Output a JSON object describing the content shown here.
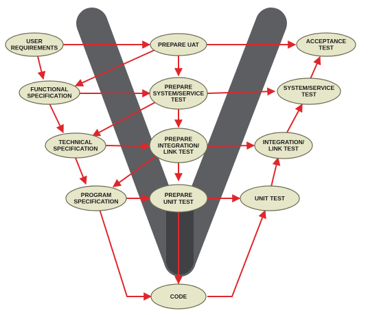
{
  "diagram": {
    "colors": {
      "node_fill": "#e6e7c9",
      "node_stroke": "#6b6b54",
      "arrow": "#e0262b",
      "v_shape": "#5c5e62",
      "v_inner": "#3f4145"
    },
    "nodes": {
      "user_requirements": [
        "USER",
        "REQUIREMENTS"
      ],
      "functional_specification": [
        "FUNCTIONAL",
        "SPECIFICATION"
      ],
      "technical_specification": [
        "TECHNICAL",
        "SPECIFICATION"
      ],
      "program_specification": [
        "PROGRAM",
        "SPECIFICATION"
      ],
      "prepare_uat": [
        "PREPARE UAT"
      ],
      "prepare_system_service_test": [
        "PREPARE",
        "SYSTEM/SERVICE",
        "TEST"
      ],
      "prepare_integration_link_test": [
        "PREPARE",
        "INTEGRATION/",
        "LINK TEST"
      ],
      "prepare_unit_test": [
        "PREPARE",
        "UNIT TEST"
      ],
      "code": [
        "CODE"
      ],
      "unit_test": [
        "UNIT TEST"
      ],
      "integration_link_test": [
        "INTEGRATION/",
        "LINK TEST"
      ],
      "system_service_test": [
        "SYSTEM/SERVICE",
        "TEST"
      ],
      "acceptance_test": [
        "ACCEPTANCE",
        "TEST"
      ]
    }
  }
}
